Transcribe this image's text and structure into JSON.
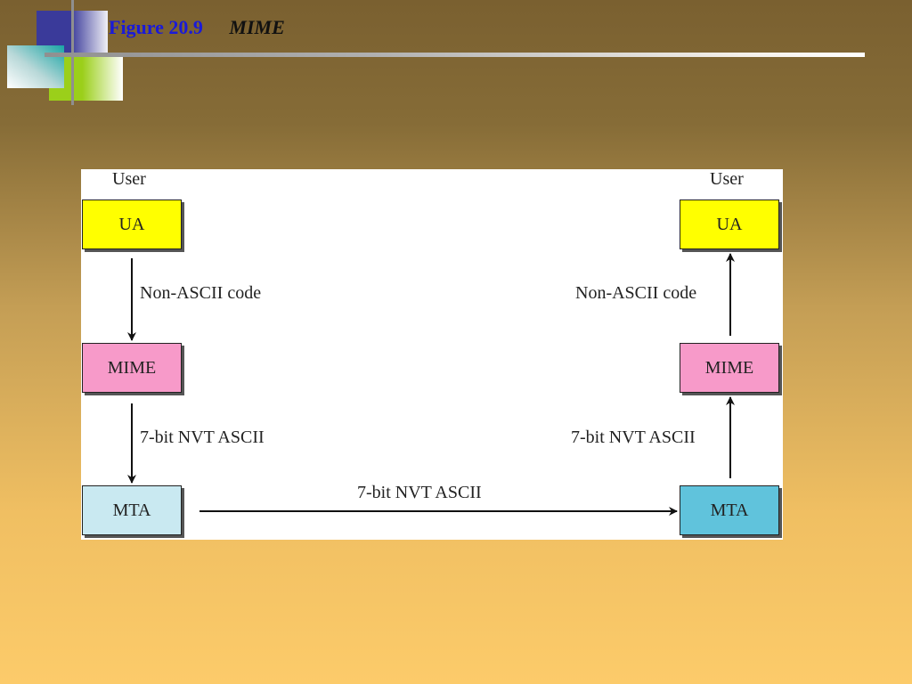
{
  "slide": {
    "figure_number": "Figure 20.9",
    "figure_title": "MIME"
  },
  "diagram": {
    "left": {
      "user_label": "User",
      "nodes": [
        {
          "label": "UA",
          "color": "#ffff00"
        },
        {
          "label": "MIME",
          "color": "#f79ac9"
        },
        {
          "label": "MTA",
          "color": "#c9e9f1"
        }
      ],
      "edges": [
        {
          "from": "UA",
          "to": "MIME",
          "label": "Non-ASCII code",
          "direction": "down"
        },
        {
          "from": "MIME",
          "to": "MTA",
          "label": "7-bit NVT ASCII",
          "direction": "down"
        }
      ]
    },
    "right": {
      "user_label": "User",
      "nodes": [
        {
          "label": "UA",
          "color": "#ffff00"
        },
        {
          "label": "MIME",
          "color": "#f79ac9"
        },
        {
          "label": "MTA",
          "color": "#60c3dc"
        }
      ],
      "edges": [
        {
          "from": "MIME",
          "to": "UA",
          "label": "Non-ASCII code",
          "direction": "up"
        },
        {
          "from": "MTA",
          "to": "MIME",
          "label": "7-bit NVT ASCII",
          "direction": "up"
        }
      ]
    },
    "transfer": {
      "from": "MTA (left)",
      "to": "MTA (right)",
      "label": "7-bit NVT ASCII",
      "direction": "right"
    }
  }
}
